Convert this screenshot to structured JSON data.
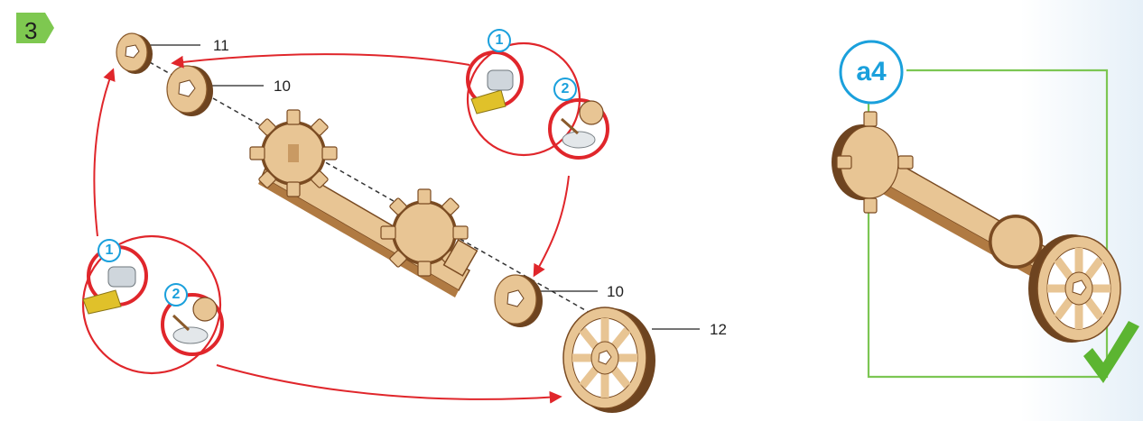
{
  "step": {
    "number": "3"
  },
  "part_labels": {
    "top_small": "11",
    "top_mid": "10",
    "bottom_mid": "10",
    "wheel": "12"
  },
  "detail_steps": {
    "peel": "1",
    "glue": "2"
  },
  "result": {
    "label": "a4"
  },
  "colors": {
    "wood": "#e8c594",
    "wood_dark": "#7a4b22",
    "arrow": "#e0262b",
    "accent_blue": "#1aa0dc",
    "check_green": "#5cb531",
    "frame_green": "#7cc653",
    "badge_green": "#7ec850"
  },
  "icons": [
    "step-badge-icon",
    "peel-tape-icon",
    "glue-pot-icon",
    "check-mark-icon"
  ]
}
